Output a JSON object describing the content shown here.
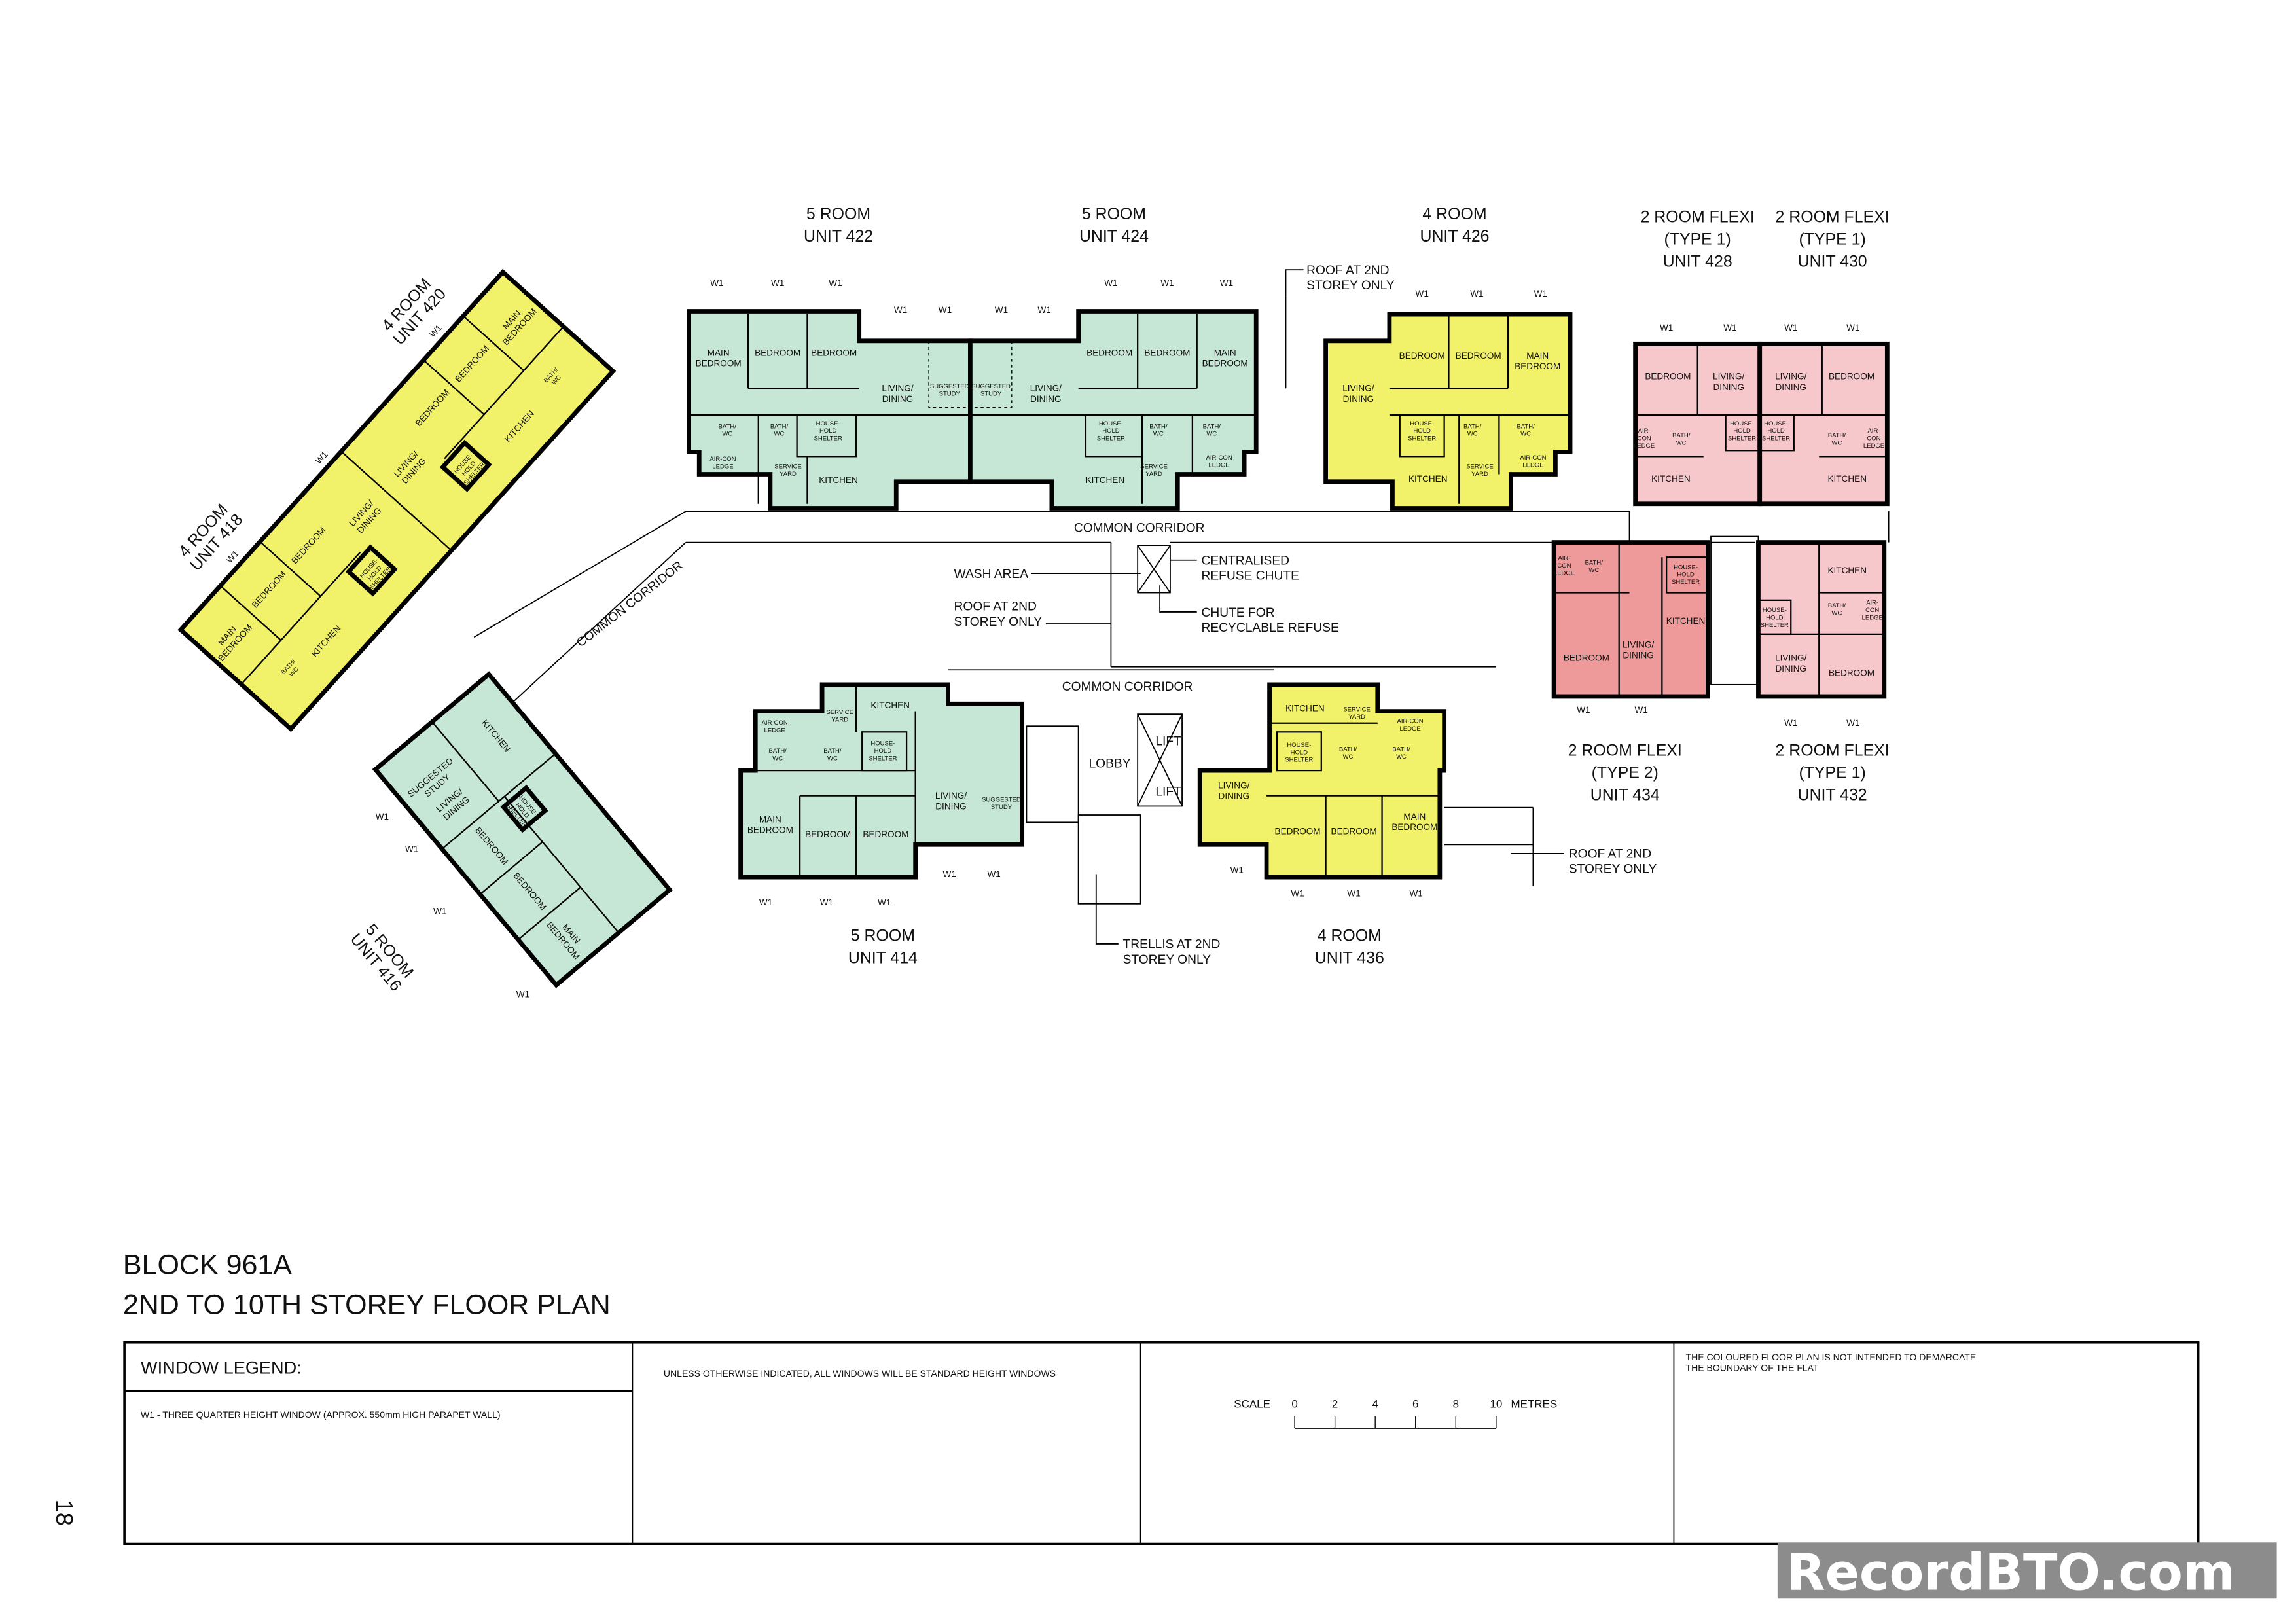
{
  "page_number": "18",
  "title": {
    "block": "BLOCK 961A",
    "plan": "2ND TO 10TH STOREY FLOOR PLAN"
  },
  "colors": {
    "five_room": "#c6e6d6",
    "four_room": "#f2f26a",
    "two_room_type1": "#f6c8cc",
    "two_room_type2": "#ef9a9a"
  },
  "window_label": "W1",
  "units": {
    "u422": {
      "type": "5 ROOM",
      "unit": "UNIT 422",
      "rooms": [
        "MAIN\nBEDROOM",
        "BEDROOM",
        "BEDROOM",
        "LIVING/\nDINING",
        "SUGGESTED\nSTUDY",
        "BATH/\nWC",
        "BATH/\nWC",
        "HOUSE-\nHOLD\nSHELTER",
        "AIR-CON\nLEDGE",
        "SERVICE\nYARD",
        "KITCHEN"
      ]
    },
    "u424": {
      "type": "5 ROOM",
      "unit": "UNIT 424",
      "rooms": [
        "BEDROOM",
        "BEDROOM",
        "MAIN\nBEDROOM",
        "LIVING/\nDINING",
        "SUGGESTED\nSTUDY",
        "HOUSE-\nHOLD\nSHELTER",
        "BATH/\nWC",
        "BATH/\nWC",
        "SERVICE\nYARD",
        "AIR-CON\nLEDGE",
        "KITCHEN"
      ]
    },
    "u426": {
      "type": "4 ROOM",
      "unit": "UNIT 426",
      "rooms": [
        "LIVING/\nDINING",
        "BEDROOM",
        "BEDROOM",
        "MAIN\nBEDROOM",
        "HOUSE-\nHOLD\nSHELTER",
        "BATH/\nWC",
        "BATH/\nWC",
        "KITCHEN",
        "SERVICE\nYARD",
        "AIR-CON\nLEDGE"
      ]
    },
    "u428": {
      "type": "2 ROOM FLEXI",
      "subtype": "(TYPE 1)",
      "unit": "UNIT 428",
      "rooms": [
        "BEDROOM",
        "LIVING/\nDINING",
        "AIR-\nCON\nLEDGE",
        "BATH/\nWC",
        "HOUSE-\nHOLD\nSHELTER",
        "KITCHEN"
      ]
    },
    "u430": {
      "type": "2 ROOM FLEXI",
      "subtype": "(TYPE 1)",
      "unit": "UNIT 430",
      "rooms": [
        "LIVING/\nDINING",
        "BEDROOM",
        "HOUSE-\nHOLD\nSHELTER",
        "BATH/\nWC",
        "AIR-\nCON\nLEDGE",
        "KITCHEN"
      ]
    },
    "u434": {
      "type": "2 ROOM FLEXI",
      "subtype": "(TYPE 2)",
      "unit": "UNIT 434",
      "rooms": [
        "AIR-\nCON\nLEDGE",
        "BATH/\nWC",
        "HOUSE-\nHOLD\nSHELTER",
        "KITCHEN",
        "BEDROOM",
        "LIVING/\nDINING"
      ]
    },
    "u432": {
      "type": "2 ROOM FLEXI",
      "subtype": "(TYPE 1)",
      "unit": "UNIT 432",
      "rooms": [
        "KITCHEN",
        "HOUSE-\nHOLD\nSHELTER",
        "BATH/\nWC",
        "AIR-\nCON\nLEDGE",
        "LIVING/\nDINING",
        "BEDROOM"
      ]
    },
    "u414": {
      "type": "5 ROOM",
      "unit": "UNIT 414",
      "rooms": [
        "AIR-CON\nLEDGE",
        "SERVICE\nYARD",
        "KITCHEN",
        "BATH/\nWC",
        "BATH/\nWC",
        "HOUSE-\nHOLD\nSHELTER",
        "LIVING/\nDINING",
        "SUGGESTED\nSTUDY",
        "MAIN\nBEDROOM",
        "BEDROOM",
        "BEDROOM"
      ]
    },
    "u436": {
      "type": "4 ROOM",
      "unit": "UNIT 436",
      "rooms": [
        "KITCHEN",
        "SERVICE\nYARD",
        "AIR-CON\nLEDGE",
        "HOUSE-\nHOLD\nSHELTER",
        "BATH/\nWC",
        "BATH/\nWC",
        "LIVING/\nDINING",
        "BEDROOM",
        "BEDROOM",
        "MAIN\nBEDROOM"
      ]
    },
    "u420": {
      "type": "4 ROOM",
      "unit": "UNIT 420",
      "rooms": [
        "MAIN\nBEDROOM",
        "BEDROOM",
        "BEDROOM",
        "LIVING/\nDINING",
        "KITCHEN",
        "BATH/\nWC",
        "HOUSE-\nHOLD\nSHELTER"
      ]
    },
    "u418": {
      "type": "4 ROOM",
      "unit": "UNIT 418",
      "rooms": [
        "MAIN\nBEDROOM",
        "BEDROOM",
        "BEDROOM",
        "LIVING/\nDINING",
        "KITCHEN",
        "BATH/\nWC",
        "HOUSE-\nHOLD\nSHELTER"
      ]
    },
    "u416": {
      "type": "5 ROOM",
      "unit": "UNIT 416",
      "rooms": [
        "SUGGESTED\nSTUDY",
        "LIVING/\nDINING",
        "KITCHEN",
        "BEDROOM",
        "BEDROOM",
        "MAIN\nBEDROOM",
        "HOUSE-\nHOLD\nSHELTER"
      ]
    }
  },
  "annotations": {
    "roof_top": "ROOF AT 2ND\nSTOREY ONLY",
    "common_corridor": "COMMON CORRIDOR",
    "common_corridor_lower": "COMMON CORRIDOR",
    "common_corridor_diag": "COMMON CORRIDOR",
    "wash_area": "WASH AREA",
    "roof_mid": "ROOF AT 2ND\nSTOREY ONLY",
    "refuse_chute": "CENTRALISED\nREFUSE CHUTE",
    "recycle_chute": "CHUTE FOR\nRECYCLABLE REFUSE",
    "lobby": "LOBBY",
    "lift1": "LIFT",
    "lift2": "LIFT",
    "trellis": "TRELLIS AT 2ND\nSTOREY ONLY",
    "roof_right": "ROOF AT 2ND\nSTOREY ONLY"
  },
  "title_block": {
    "legend_heading": "WINDOW LEGEND:",
    "legend_w1": "W1  -  THREE QUARTER HEIGHT WINDOW (APPROX. 550mm HIGH PARAPET WALL)",
    "windows_note": "UNLESS OTHERWISE INDICATED,  ALL WINDOWS WILL BE STANDARD HEIGHT WINDOWS",
    "scale_label": "SCALE",
    "scale_ticks": [
      "0",
      "2",
      "4",
      "6",
      "8",
      "10"
    ],
    "scale_unit": "METRES",
    "disclaimer": "THE COLOURED FLOOR PLAN IS NOT INTENDED TO DEMARCATE\nTHE BOUNDARY OF THE FLAT"
  },
  "watermark": "RecordBTO.com"
}
